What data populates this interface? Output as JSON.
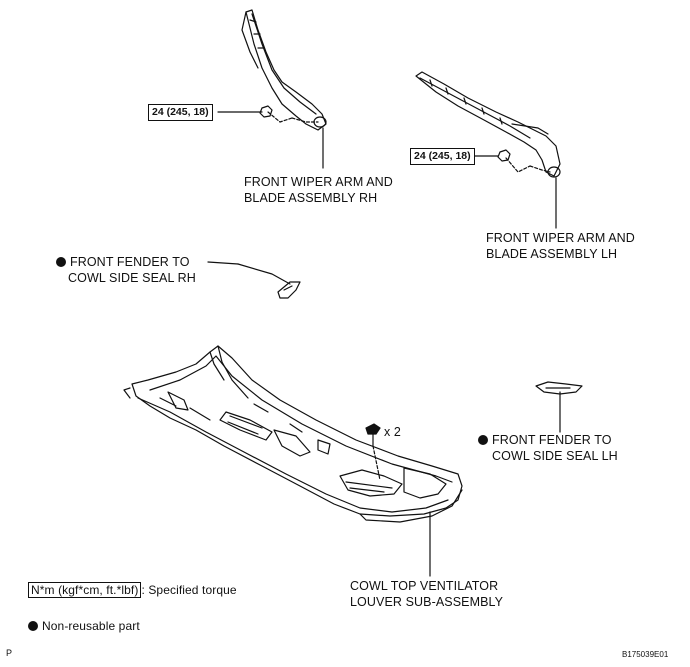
{
  "callouts": {
    "wiper_rh": [
      "FRONT WIPER ARM AND",
      "BLADE ASSEMBLY RH"
    ],
    "wiper_lh": [
      "FRONT WIPER ARM AND",
      "BLADE ASSEMBLY LH"
    ],
    "seal_rh": [
      "FRONT FENDER TO",
      "COWL SIDE SEAL RH"
    ],
    "seal_lh": [
      "FRONT FENDER TO",
      "COWL SIDE SEAL LH"
    ],
    "louver": [
      "COWL TOP VENTILATOR",
      "LOUVER SUB-ASSEMBLY"
    ],
    "torque_rh": "24 (245, 18)",
    "torque_lh": "24 (245, 18)",
    "quantity": "x 2"
  },
  "legend": {
    "torque_unit": "N*m (kgf*cm, ft.*lbf)",
    "torque_desc": ": Specified torque",
    "nonreusable": "Non-reusable part"
  },
  "corner": {
    "left": "P",
    "right": "B175039E01"
  },
  "colors": {
    "ink": "#111111",
    "background": "#ffffff"
  }
}
